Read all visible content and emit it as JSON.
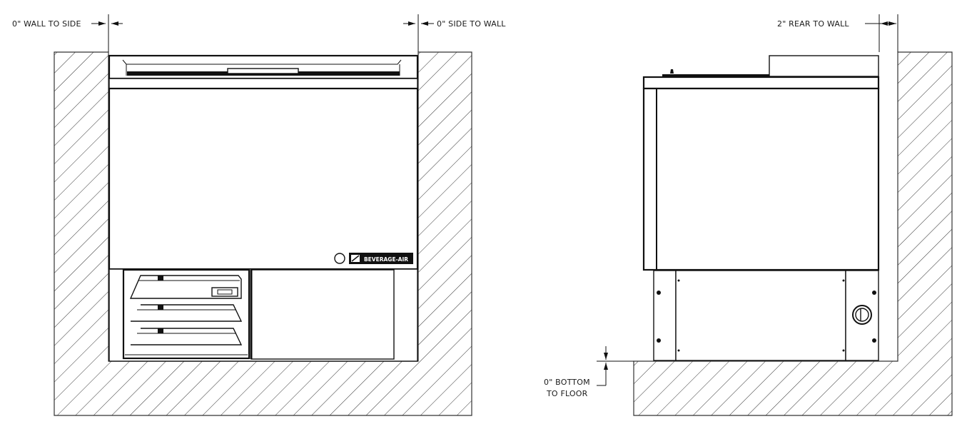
{
  "drawing": {
    "title": "Clearance installation diagram - front and side elevations",
    "views": [
      {
        "name": "front-elevation"
      },
      {
        "name": "side-elevation"
      }
    ]
  },
  "dimensions": {
    "wall_to_side": "0\" WALL TO SIDE",
    "side_to_wall": "0\" SIDE TO WALL",
    "rear_to_wall": "2\" REAR TO WALL",
    "bottom_to_floor_line1": "0\" BOTTOM",
    "bottom_to_floor_line2": "TO FLOOR"
  },
  "front_view": {
    "brand_badge": "BEVERAGE-AIR",
    "louver_count": 3
  },
  "side_view": {
    "drain_fitting": "round-knockout"
  },
  "colors": {
    "line": "#111111",
    "background": "#ffffff",
    "hatch": "#333333"
  }
}
